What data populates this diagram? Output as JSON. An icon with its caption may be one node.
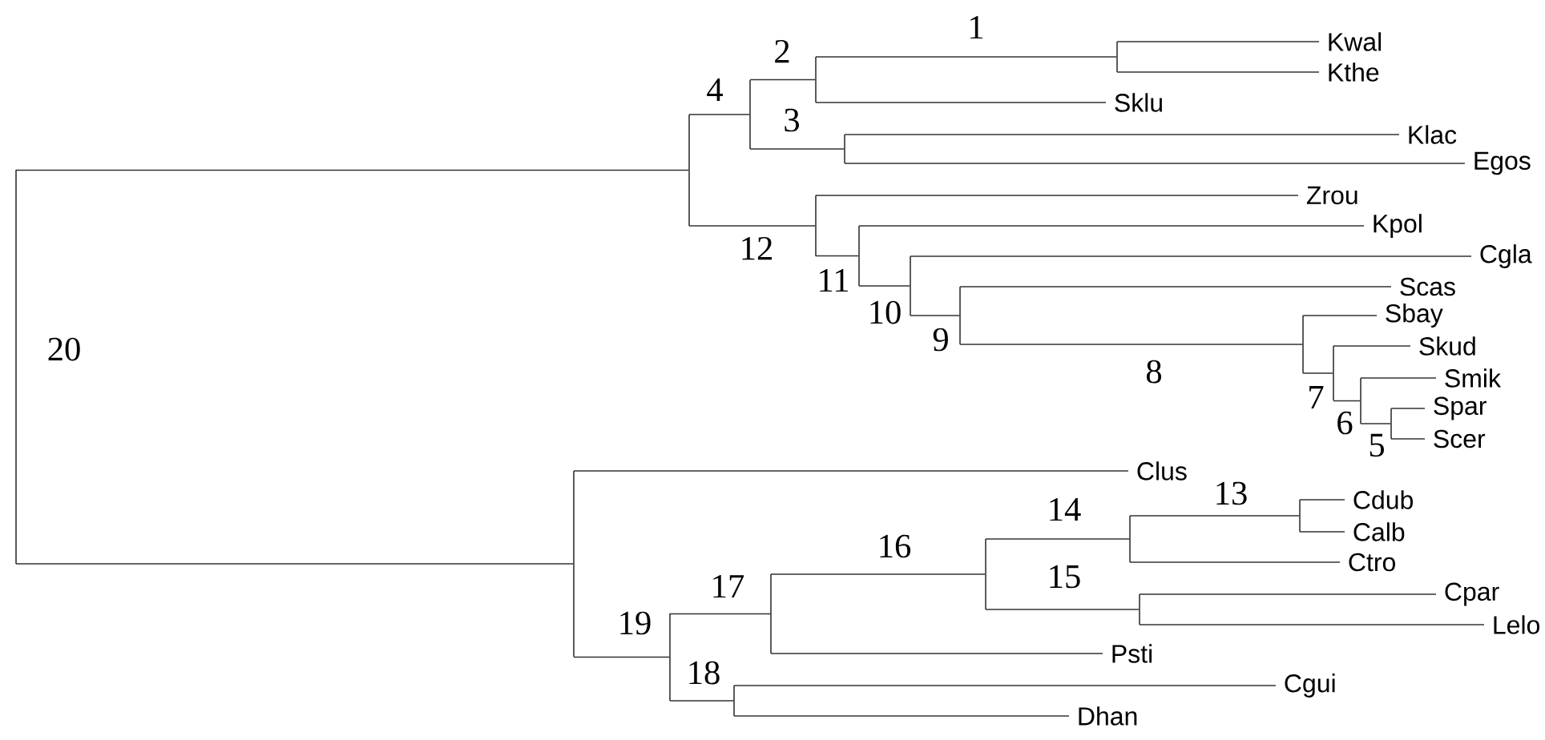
{
  "diagram": {
    "nodes": [
      {
        "text": [],
        "shape": "bar"
      },
      {
        "text": [],
        "shape": "bar"
      },
      {
        "text": [],
        "shape": "bar"
      },
      {
        "text": [],
        "shape": "bar"
      },
      {
        "text": [],
        "shape": "bar"
      },
      {
        "text": [
          "Kwal"
        ]
      },
      {
        "text": [
          "Kthe"
        ]
      },
      {
        "text": [
          "Sklu"
        ]
      },
      {
        "text": [],
        "shape": "bar"
      },
      {
        "text": [
          "Klac"
        ]
      },
      {
        "text": [
          "Egos"
        ]
      },
      {
        "text": [],
        "shape": "bar"
      },
      {
        "text": [
          "Zrou"
        ]
      },
      {
        "text": [],
        "shape": "bar"
      },
      {
        "text": [
          "Kpol"
        ]
      },
      {
        "text": [],
        "shape": "bar"
      },
      {
        "text": [
          "Cgla"
        ]
      },
      {
        "text": [],
        "shape": "bar"
      },
      {
        "text": [
          "Scas"
        ]
      },
      {
        "text": [],
        "shape": "bar"
      },
      {
        "text": [
          "Sbay"
        ]
      },
      {
        "text": [],
        "shape": "bar"
      },
      {
        "text": [
          "Skud"
        ]
      },
      {
        "text": [],
        "shape": "bar"
      },
      {
        "text": [
          "Smik"
        ]
      },
      {
        "text": [],
        "shape": "bar"
      },
      {
        "text": [
          "Spar"
        ]
      },
      {
        "text": [
          "Scer"
        ]
      },
      {
        "text": [],
        "shape": "bar"
      },
      {
        "text": [
          "Clus"
        ]
      },
      {
        "text": [],
        "shape": "bar"
      },
      {
        "text": [],
        "shape": "bar"
      },
      {
        "text": [],
        "shape": "bar"
      },
      {
        "text": [],
        "shape": "bar"
      },
      {
        "text": [],
        "shape": "bar"
      },
      {
        "text": [
          "Cdub"
        ]
      },
      {
        "text": [
          "Calb"
        ]
      },
      {
        "text": [
          "Ctro"
        ]
      },
      {
        "text": [],
        "shape": "bar"
      },
      {
        "text": [
          "Cpar"
        ]
      },
      {
        "text": [
          "Lelo"
        ]
      },
      {
        "text": [
          "Psti"
        ]
      },
      {
        "text": [],
        "shape": "bar"
      },
      {
        "text": [
          "Cgui"
        ]
      },
      {
        "text": [
          "Dhan"
        ]
      }
    ],
    "edges": [
      {
        "from": 0,
        "to": 1,
        "arrow": "none"
      },
      {
        "from": 0,
        "to": 28,
        "arrow": "none"
      },
      {
        "from": 1,
        "to": 2,
        "arrow": "none",
        "label": "4"
      },
      {
        "from": 1,
        "to": 11,
        "arrow": "none",
        "label": "12"
      },
      {
        "from": 2,
        "to": 3,
        "arrow": "none",
        "label": "2"
      },
      {
        "from": 2,
        "to": 8,
        "arrow": "none",
        "label": "3"
      },
      {
        "from": 3,
        "to": 4,
        "arrow": "none",
        "label": "1"
      },
      {
        "from": 3,
        "to": 7,
        "arrow": "none"
      },
      {
        "from": 4,
        "to": 5,
        "arrow": "none"
      },
      {
        "from": 4,
        "to": 6,
        "arrow": "none"
      },
      {
        "from": 8,
        "to": 9,
        "arrow": "none"
      },
      {
        "from": 8,
        "to": 10,
        "arrow": "none"
      },
      {
        "from": 11,
        "to": 12,
        "arrow": "none"
      },
      {
        "from": 11,
        "to": 13,
        "arrow": "none",
        "label": "11"
      },
      {
        "from": 13,
        "to": 14,
        "arrow": "none"
      },
      {
        "from": 13,
        "to": 15,
        "arrow": "none",
        "label": "10"
      },
      {
        "from": 15,
        "to": 16,
        "arrow": "none"
      },
      {
        "from": 15,
        "to": 17,
        "arrow": "none",
        "label": "9"
      },
      {
        "from": 17,
        "to": 18,
        "arrow": "none"
      },
      {
        "from": 17,
        "to": 19,
        "arrow": "none",
        "label": "8"
      },
      {
        "from": 19,
        "to": 20,
        "arrow": "none"
      },
      {
        "from": 19,
        "to": 21,
        "arrow": "none",
        "label": "7"
      },
      {
        "from": 21,
        "to": 22,
        "arrow": "none"
      },
      {
        "from": 21,
        "to": 23,
        "arrow": "none",
        "label": "6"
      },
      {
        "from": 23,
        "to": 24,
        "arrow": "none"
      },
      {
        "from": 23,
        "to": 25,
        "arrow": "none",
        "label": "5"
      },
      {
        "from": 25,
        "to": 26,
        "arrow": "none"
      },
      {
        "from": 25,
        "to": 27,
        "arrow": "none"
      },
      {
        "from": 28,
        "to": 29,
        "arrow": "none"
      },
      {
        "from": 28,
        "to": 30,
        "arrow": "none",
        "label": "19"
      },
      {
        "from": 30,
        "to": 31,
        "arrow": "none",
        "label": "17"
      },
      {
        "from": 30,
        "to": 42,
        "arrow": "none",
        "label": "18"
      },
      {
        "from": 31,
        "to": 32,
        "arrow": "none",
        "label": "16"
      },
      {
        "from": 31,
        "to": 41,
        "arrow": "none"
      },
      {
        "from": 32,
        "to": 33,
        "arrow": "none",
        "label": "14"
      },
      {
        "from": 32,
        "to": 38,
        "arrow": "none",
        "label": "15"
      },
      {
        "from": 33,
        "to": 34,
        "arrow": "none",
        "label": "13"
      },
      {
        "from": 33,
        "to": 37,
        "arrow": "none"
      },
      {
        "from": 34,
        "to": 35,
        "arrow": "none"
      },
      {
        "from": 34,
        "to": 36,
        "arrow": "none"
      },
      {
        "from": 38,
        "to": 39,
        "arrow": "none"
      },
      {
        "from": 38,
        "to": 40,
        "arrow": "none"
      },
      {
        "from": 42,
        "to": 43,
        "arrow": "none"
      },
      {
        "from": 42,
        "to": 44,
        "arrow": "none"
      }
    ],
    "labels": [
      "20"
    ]
  }
}
